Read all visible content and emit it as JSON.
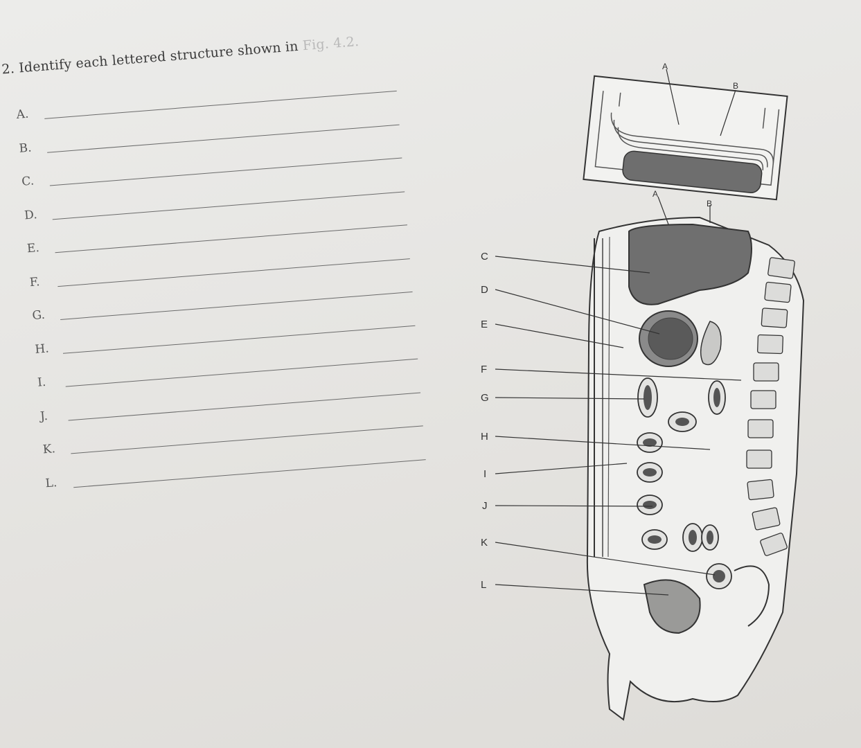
{
  "question": {
    "number": "2.",
    "prompt": "Identify each lettered structure shown in",
    "figure_ref": "Fig. 4.2."
  },
  "answers": [
    "A.",
    "B.",
    "C.",
    "D.",
    "E.",
    "F.",
    "G.",
    "H.",
    "I.",
    "J.",
    "K.",
    "L."
  ],
  "figure": {
    "inset_labels": [
      "A",
      "B"
    ],
    "main_top_labels": [
      "A",
      "B"
    ],
    "side_labels": [
      "C",
      "D",
      "E",
      "F",
      "G",
      "H",
      "I",
      "J",
      "K",
      "L"
    ]
  }
}
